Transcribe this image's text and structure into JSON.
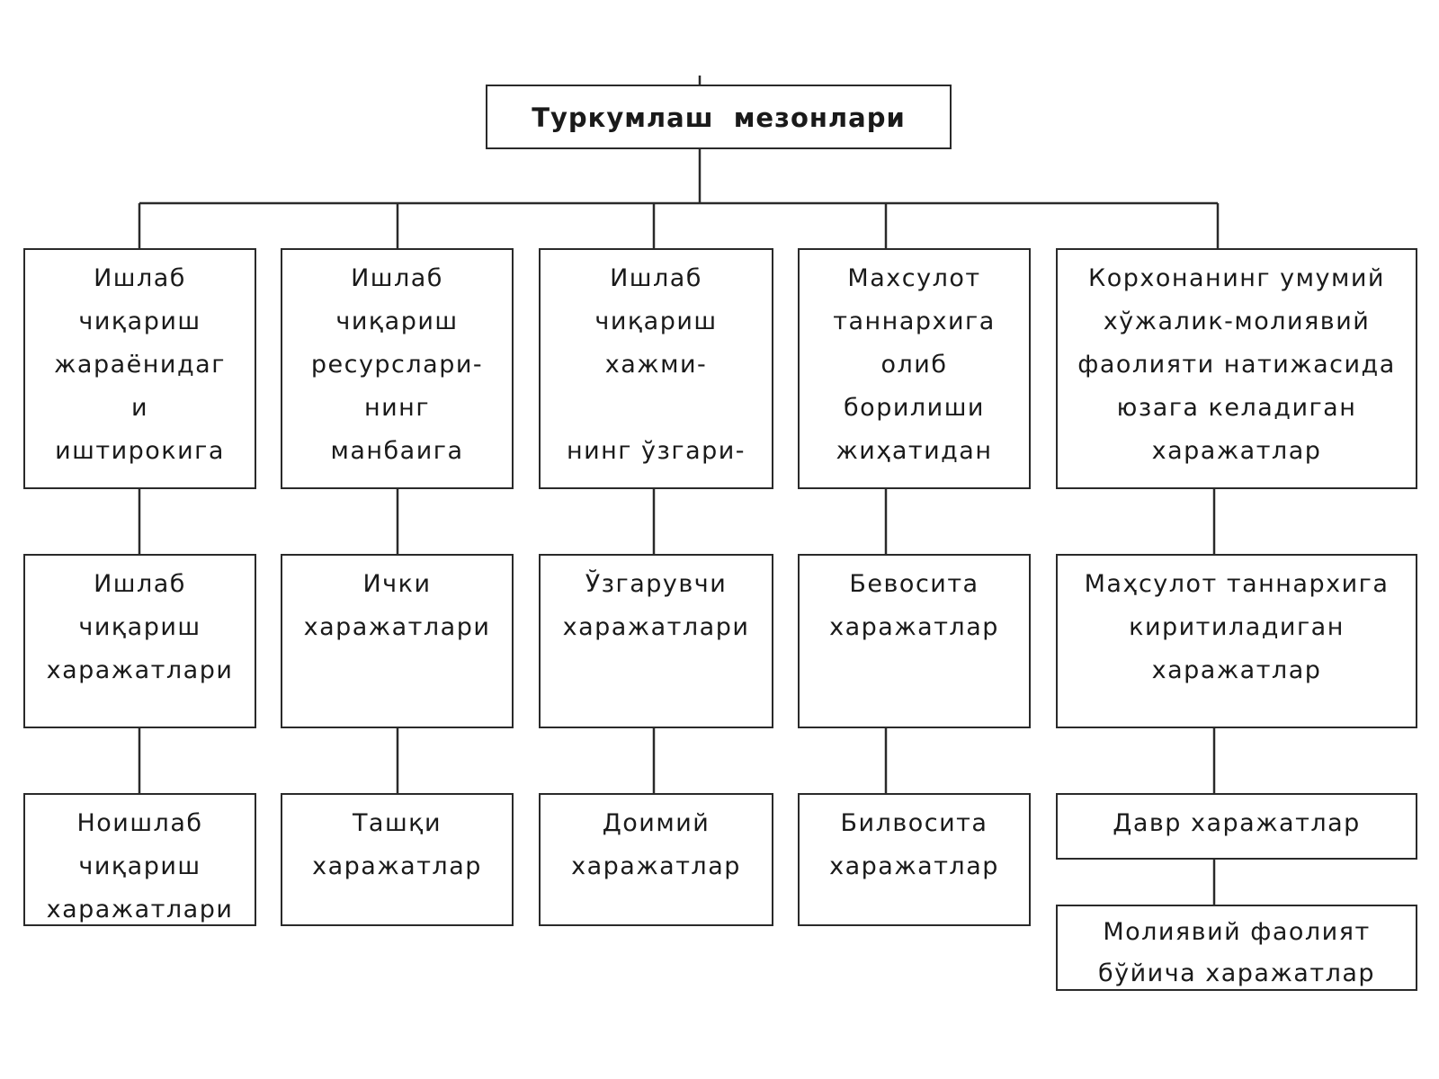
{
  "root": "Туркумлаш  мезонлари",
  "columns": [
    {
      "criterion": "Ишлаб\nчиқариш\nжараёнидаг\nи\nиштирокига",
      "items": [
        "Ишлаб\nчиқариш\nхаражатлари",
        "Ноишлаб\nчиқариш\nхаражатлари"
      ]
    },
    {
      "criterion": "Ишлаб\nчиқариш\nресурслари-\nнинг\nманбаига",
      "items": [
        "Ички\nхаражатлари",
        "Ташқи\nхаражатлар"
      ]
    },
    {
      "criterion": "Ишлаб\nчиқариш\nхажми-\n\nнинг ўзгари-\nшига",
      "items": [
        "Ўзгарувчи\nхаражатлари",
        "Доимий\nхаражатлар"
      ]
    },
    {
      "criterion": "Махсулот\nтаннархига\nолиб\nборилиши\nжиҳатидан",
      "items": [
        "Бевосита\nхаражатлар",
        "Билвосита\nхаражатлар"
      ]
    },
    {
      "criterion": "Корхонанинг умумий\nхўжалик-молиявий\nфаолияти натижасида\nюзага келадиган\nхаражатлар",
      "items": [
        "Маҳсулот таннархига\nкиритиладиган\nхаражатлар",
        "Давр харажатлар",
        "Молиявий фаолият\nбўйича харажатлар"
      ]
    }
  ]
}
